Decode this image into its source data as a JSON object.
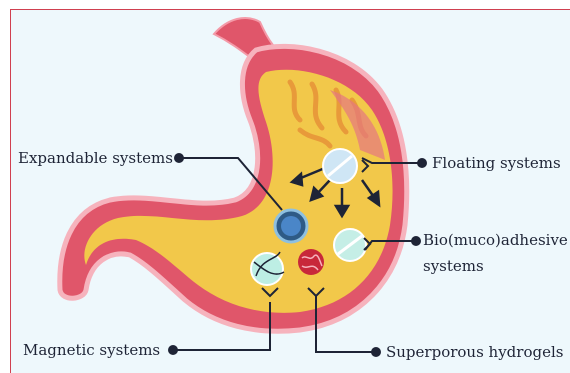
{
  "labels": {
    "expandable": "Expandable systems",
    "floating": "Floating systems",
    "bioadhesive_line1": "Bio(muco)adhesive",
    "bioadhesive_line2": "systems",
    "magnetic": "Magnetic systems",
    "superporous": "Superporous hydrogels"
  },
  "colors": {
    "background": "#eef8fc",
    "stomach_wall": "#e0566a",
    "stomach_wall_light": "#f49aa8",
    "gastric_content": "#f2c84a",
    "connector_line": "#1e2436",
    "floating_tablet": "#cfe6f5",
    "expandable_tablet": "#4a86c8",
    "bioadhesive_tablet": "#c5eee6",
    "magnetic_tablet": "#bdeee4",
    "hydrogel": "#c8283a"
  }
}
